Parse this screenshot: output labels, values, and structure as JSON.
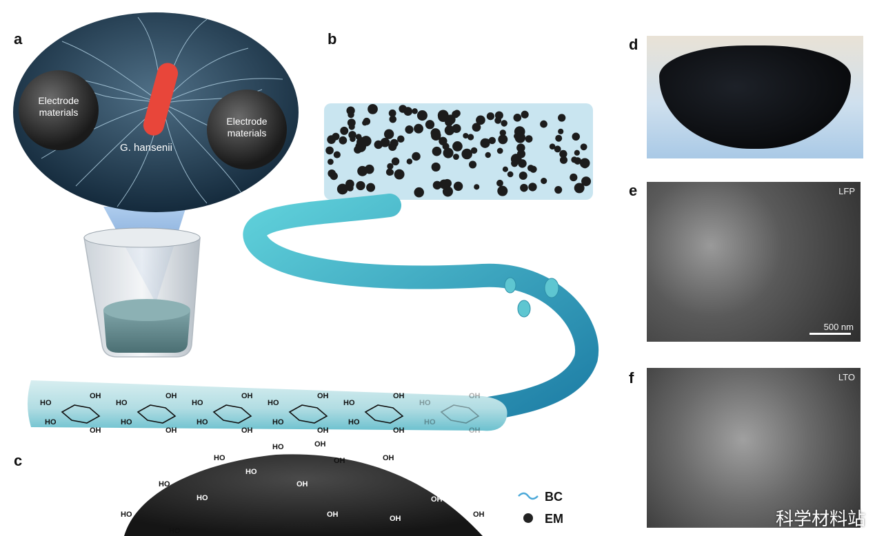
{
  "panels": {
    "a": "a",
    "b": "b",
    "c": "c",
    "d": "d",
    "e": "e",
    "f": "f"
  },
  "panel_a": {
    "electrode_left": [
      "Electrode",
      "materials"
    ],
    "electrode_right": [
      "Electrode",
      "materials"
    ],
    "bacterium_label": "G. hansenii"
  },
  "panel_e": {
    "material": "LFP",
    "scale_bar": "500 nm"
  },
  "panel_f": {
    "material": "LTO"
  },
  "chain_oh_label": "HO",
  "chain_oh_label_right": "OH",
  "surface_oh_label": "OH",
  "surface_ho_label": "HO",
  "legend": [
    {
      "symbol": "wave",
      "label": "BC",
      "color": "#4aa8d8"
    },
    {
      "symbol": "dot",
      "label": "EM",
      "color": "#222222"
    }
  ],
  "watermark": "科学材料站",
  "colors": {
    "fiber": "#3fb8c9",
    "fiber_dark": "#1f6f9a",
    "oval_bg": "#1d3a52",
    "bacterium": "#e8463a"
  }
}
